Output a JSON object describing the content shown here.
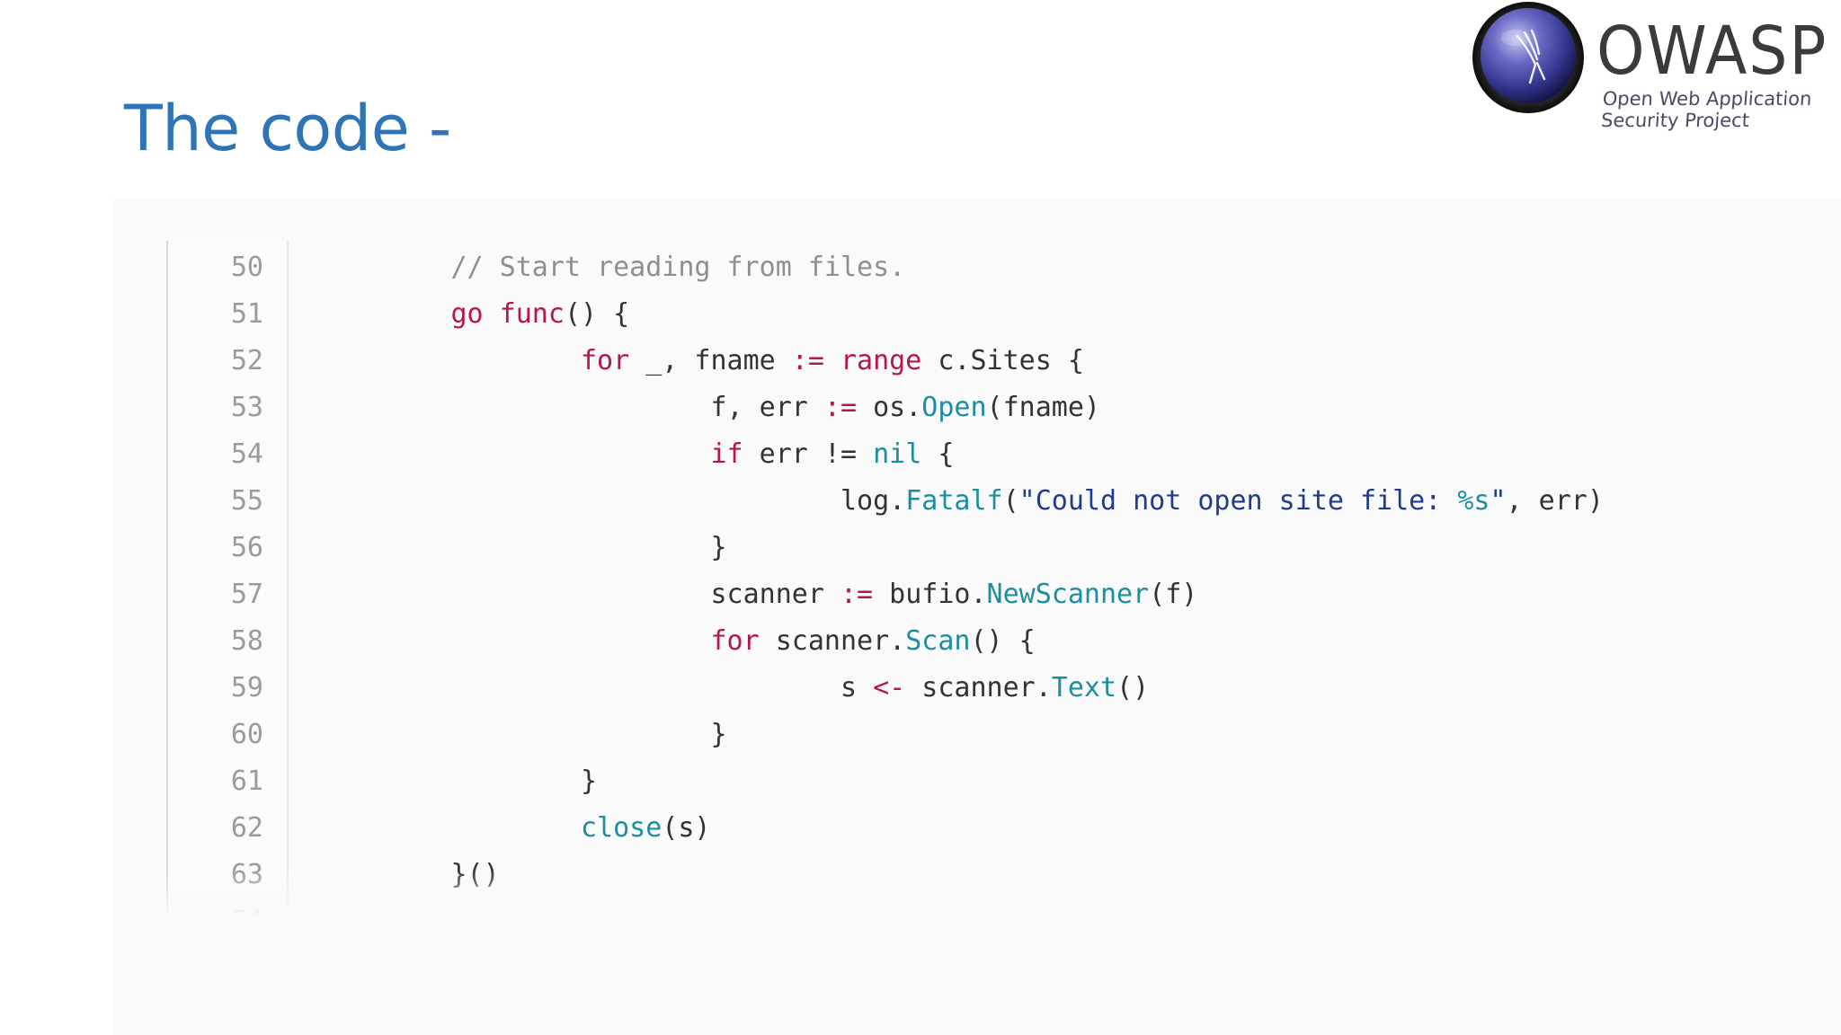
{
  "slide": {
    "title": "The code -"
  },
  "logo": {
    "word": "OWASP",
    "subtitle_line1": "Open Web Application",
    "subtitle_line2": "Security Project"
  },
  "colors": {
    "title": "#2f74b5",
    "keyword": "#b5174b",
    "builtin_func": "#1d8da0",
    "comment": "#8e908c",
    "string": "#1f3c8c",
    "line_number": "#9b9b9b"
  },
  "code": {
    "language": "go",
    "lines": [
      {
        "num": "50",
        "tokens": [
          {
            "t": "        "
          },
          {
            "t": "// Start reading from files.",
            "k": "comment"
          }
        ]
      },
      {
        "num": "51",
        "tokens": [
          {
            "t": "        "
          },
          {
            "t": "go",
            "k": "keyword"
          },
          {
            "t": " "
          },
          {
            "t": "func",
            "k": "keyword"
          },
          {
            "t": "() {"
          }
        ]
      },
      {
        "num": "52",
        "tokens": [
          {
            "t": "                "
          },
          {
            "t": "for",
            "k": "keyword"
          },
          {
            "t": " _, fname "
          },
          {
            "t": ":=",
            "k": "op"
          },
          {
            "t": " "
          },
          {
            "t": "range",
            "k": "keyword"
          },
          {
            "t": " c.Sites {"
          }
        ]
      },
      {
        "num": "53",
        "tokens": [
          {
            "t": "                        f, err "
          },
          {
            "t": ":=",
            "k": "op"
          },
          {
            "t": " os."
          },
          {
            "t": "Open",
            "k": "func"
          },
          {
            "t": "(fname)"
          }
        ]
      },
      {
        "num": "54",
        "tokens": [
          {
            "t": "                        "
          },
          {
            "t": "if",
            "k": "keyword"
          },
          {
            "t": " err != "
          },
          {
            "t": "nil",
            "k": "func"
          },
          {
            "t": " {"
          }
        ]
      },
      {
        "num": "55",
        "tokens": [
          {
            "t": "                                log."
          },
          {
            "t": "Fatalf",
            "k": "func"
          },
          {
            "t": "("
          },
          {
            "t": "\"Could not open site file: ",
            "k": "string"
          },
          {
            "t": "%s",
            "k": "format"
          },
          {
            "t": "\"",
            "k": "string"
          },
          {
            "t": ", err)"
          }
        ]
      },
      {
        "num": "56",
        "tokens": [
          {
            "t": "                        }"
          }
        ]
      },
      {
        "num": "57",
        "tokens": [
          {
            "t": "                        scanner "
          },
          {
            "t": ":=",
            "k": "op"
          },
          {
            "t": " bufio."
          },
          {
            "t": "NewScanner",
            "k": "func"
          },
          {
            "t": "(f)"
          }
        ]
      },
      {
        "num": "58",
        "tokens": [
          {
            "t": "                        "
          },
          {
            "t": "for",
            "k": "keyword"
          },
          {
            "t": " scanner."
          },
          {
            "t": "Scan",
            "k": "func"
          },
          {
            "t": "() {"
          }
        ]
      },
      {
        "num": "59",
        "tokens": [
          {
            "t": "                                s "
          },
          {
            "t": "<-",
            "k": "op"
          },
          {
            "t": " scanner."
          },
          {
            "t": "Text",
            "k": "func"
          },
          {
            "t": "()"
          }
        ]
      },
      {
        "num": "60",
        "tokens": [
          {
            "t": "                        }"
          }
        ]
      },
      {
        "num": "61",
        "tokens": [
          {
            "t": "                }"
          }
        ]
      },
      {
        "num": "62",
        "tokens": [
          {
            "t": "                "
          },
          {
            "t": "close",
            "k": "func"
          },
          {
            "t": "(s)"
          }
        ]
      },
      {
        "num": "63",
        "tokens": [
          {
            "t": "        }()"
          }
        ]
      },
      {
        "num": "64",
        "tokens": [
          {
            "t": ""
          }
        ]
      }
    ]
  }
}
